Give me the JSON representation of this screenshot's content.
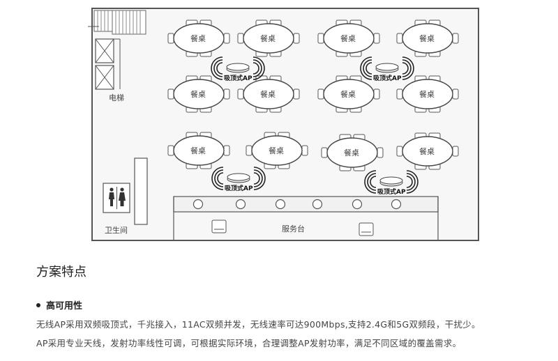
{
  "floorplan": {
    "table_label": "餐桌",
    "ap_label": "吸顶式AP",
    "elevator_label": "电梯",
    "restroom_label": "卫生间",
    "service_label": "服务台"
  },
  "features": {
    "title": "方案特点",
    "bullet": "高可用性",
    "line1": "无线AP采用双频吸顶式，千兆接入，11AC双频并发，无线速率可达900Mbps,支持2.4G和5G双频段，干扰少。",
    "line2": "AP采用专业天线，发射功率线性可调，可根据实际环境，合理调整AP发射功率，满足不同区域的覆盖需求。"
  },
  "colors": {
    "line": "#555555",
    "panel_fill": "#f7f7f7",
    "counter_fill": "#f1f1f1"
  }
}
